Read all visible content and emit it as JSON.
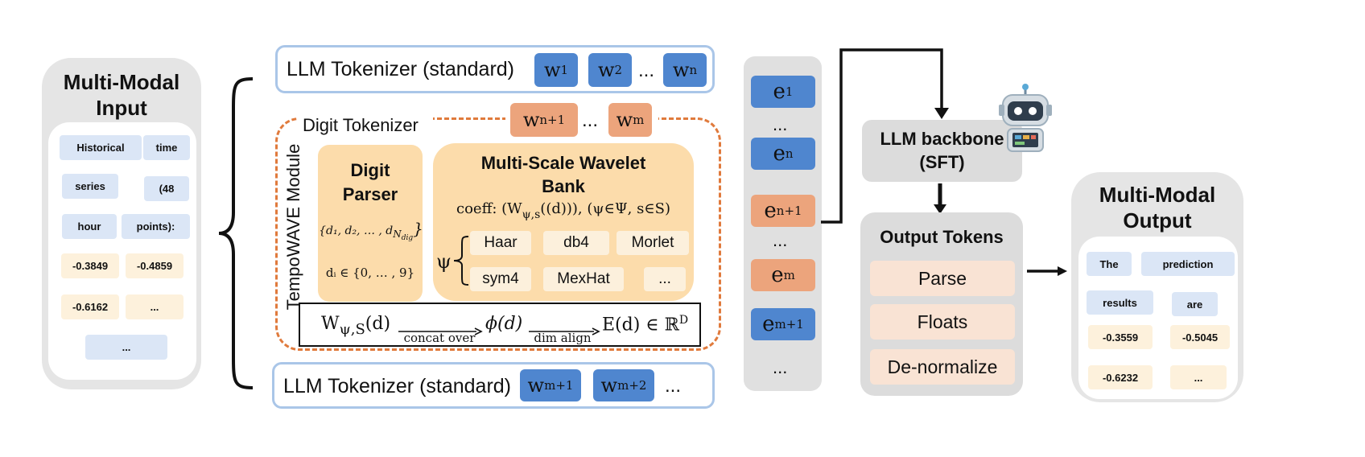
{
  "input_panel": {
    "title_line1": "Multi-Modal",
    "title_line2": "Input",
    "chips": [
      "Historical",
      "time",
      "series",
      "(48",
      "hour",
      "points):",
      "-0.3849",
      "-0.4859",
      "-0.6162",
      "...",
      "..."
    ]
  },
  "top_tokenizer": {
    "label": "LLM Tokenizer (standard)",
    "tokens": [
      {
        "base": "w",
        "sub": "1"
      },
      {
        "base": "w",
        "sub": "2"
      },
      {
        "base": "w",
        "sub": "n"
      }
    ],
    "ellipsis": "..."
  },
  "digit_tokenizer": {
    "label": "Digit Tokenizer",
    "module_label": "TempoWAVE Module",
    "tokens": [
      {
        "base": "w",
        "sub": "n+1"
      },
      {
        "base": "w",
        "sub": "m"
      }
    ],
    "ellipsis": "...",
    "parser": {
      "title_line1": "Digit",
      "title_line2": "Parser",
      "set_formula": "{d₁, d₂, … , d",
      "set_sub": "N",
      "set_subsub": "dig",
      "set_close": "}",
      "range_formula": "dᵢ ∈ {0, … , 9}"
    },
    "wavelet_bank": {
      "title_line1": "Multi-Scale Wavelet",
      "title_line2": "Bank",
      "coeff_prefix": "coeff: (W",
      "coeff_sub": "ψ,s",
      "coeff_rest": "((d))), (ψ∈Ψ, s∈S)",
      "psi": "ψ",
      "wavelets": [
        "Haar",
        "db4",
        "Morlet",
        "sym4",
        "MexHat",
        "..."
      ]
    },
    "pipeline": {
      "w": "W",
      "w_sub": "ψ,S",
      "w_arg": "(d)",
      "arrow1_label": "concat over",
      "phi": "ϕ(d)",
      "arrow2_label": "dim align",
      "e": "E(d) ∈ ℝ",
      "e_sup": "D"
    }
  },
  "bottom_tokenizer": {
    "label": "LLM Tokenizer (standard)",
    "tokens": [
      {
        "base": "w",
        "sub": "m+1"
      },
      {
        "base": "w",
        "sub": "m+2"
      }
    ],
    "ellipsis": "..."
  },
  "embeddings": {
    "items": [
      {
        "base": "e",
        "sub": "1",
        "color": "blue"
      },
      {
        "base": "e",
        "sub": "n",
        "color": "blue"
      },
      {
        "base": "e",
        "sub": "n+1",
        "color": "orange"
      },
      {
        "base": "e",
        "sub": "m",
        "color": "orange"
      },
      {
        "base": "e",
        "sub": "m+1",
        "color": "blue"
      }
    ],
    "ellipsis": "..."
  },
  "backbone": {
    "line1": "LLM backbone",
    "line2": "(SFT)",
    "icon": "robot-icon"
  },
  "output_tokens": {
    "title": "Output Tokens",
    "items": [
      "Parse",
      "Floats",
      "De-normalize"
    ]
  },
  "output_panel": {
    "title_line1": "Multi-Modal",
    "title_line2": "Output",
    "chips": [
      "The",
      "prediction",
      "results",
      "are",
      "-0.3559",
      "-0.5045",
      "-0.6232",
      "..."
    ]
  },
  "colors": {
    "token_blue": "#4f86cf",
    "token_orange": "#eca47c",
    "dashed_orange": "#e07a3c",
    "panel_gray": "#e5e5e5",
    "cream": "#fcdcab"
  }
}
